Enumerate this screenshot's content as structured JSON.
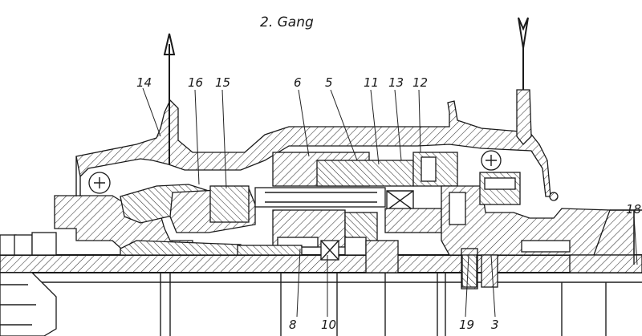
{
  "title": "2. Gang",
  "labels": {
    "l14": "14",
    "l16": "16",
    "l15": "15",
    "l6": "6",
    "l5": "5",
    "l11": "11",
    "l13": "13",
    "l12": "12",
    "l18": "18",
    "l8": "8",
    "l10": "10",
    "l19": "19",
    "l3": "3"
  }
}
